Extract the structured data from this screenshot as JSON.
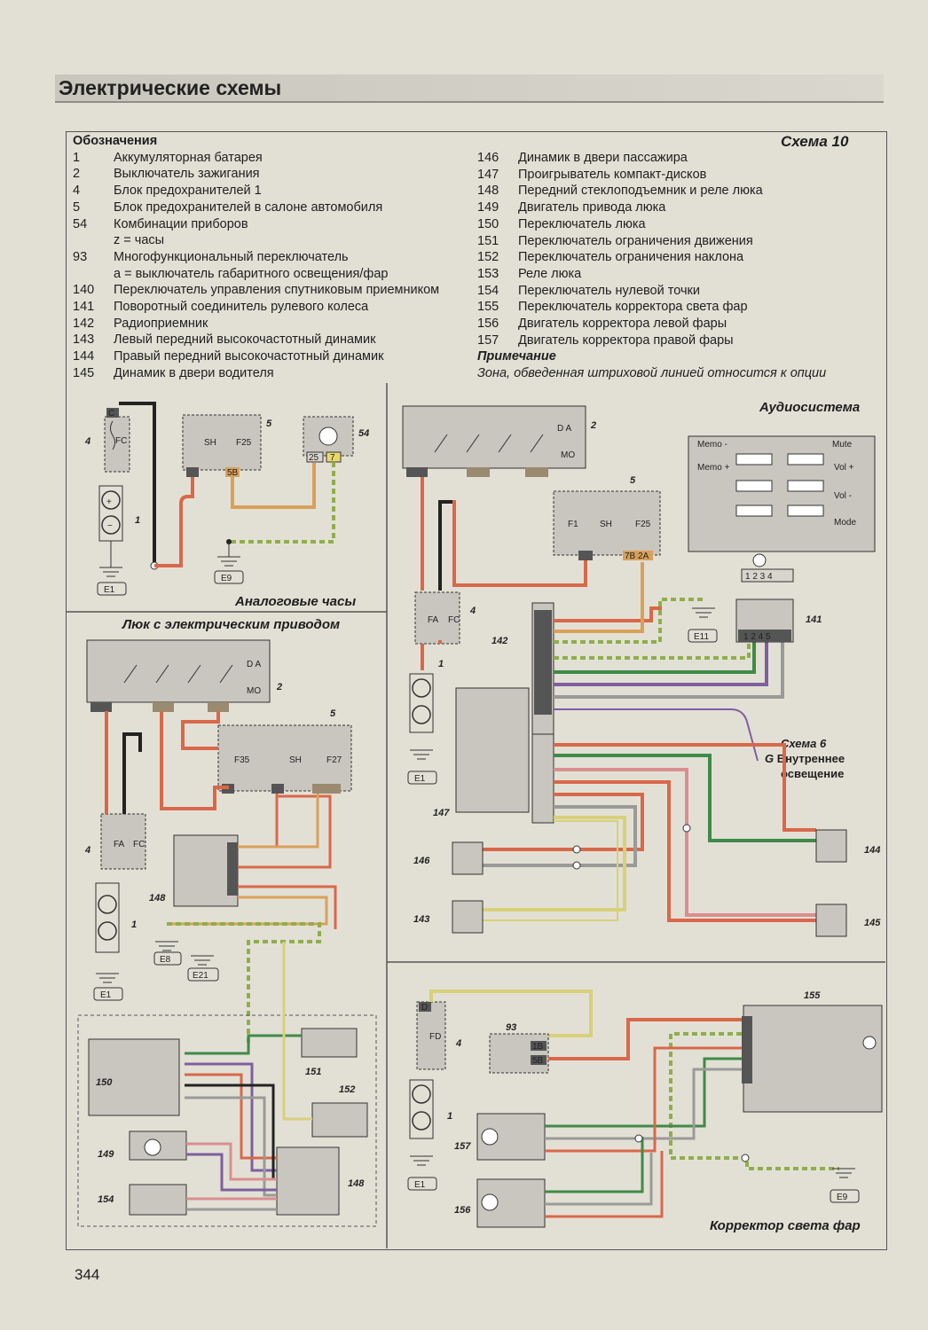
{
  "header": {
    "title": "Электрические схемы"
  },
  "schema_label": "Схема 10",
  "legend": {
    "title": "Обозначения",
    "items_left": [
      {
        "num": "1",
        "text": "Аккумуляторная батарея"
      },
      {
        "num": "2",
        "text": "Выключатель зажигания"
      },
      {
        "num": "4",
        "text": "Блок предохранителей 1"
      },
      {
        "num": "5",
        "text": "Блок предохранителей в салоне автомобиля"
      },
      {
        "num": "54",
        "text": "Комбинации приборов"
      },
      {
        "num": "",
        "text": "z = часы"
      },
      {
        "num": "93",
        "text": "Многофункциональный переключатель"
      },
      {
        "num": "",
        "text": "a = выключатель габаритного освещения/фар"
      },
      {
        "num": "140",
        "text": "Переключатель управления спутниковым приемником"
      },
      {
        "num": "141",
        "text": "Поворотный соединитель рулевого колеса"
      },
      {
        "num": "142",
        "text": "Радиоприемник"
      },
      {
        "num": "143",
        "text": "Левый передний высокочастотный динамик"
      },
      {
        "num": "144",
        "text": "Правый передний высокочастотный динамик"
      },
      {
        "num": "145",
        "text": "Динамик в двери водителя"
      }
    ],
    "items_right": [
      {
        "num": "146",
        "text": "Динамик в двери пассажира"
      },
      {
        "num": "147",
        "text": "Проигрыватель компакт-дисков"
      },
      {
        "num": "148",
        "text": "Передний стеклоподъемник и реле люка"
      },
      {
        "num": "149",
        "text": "Двигатель привода люка"
      },
      {
        "num": "150",
        "text": "Переключатель люка"
      },
      {
        "num": "151",
        "text": "Переключатель ограничения движения"
      },
      {
        "num": "152",
        "text": "Переключатель ограничения наклона"
      },
      {
        "num": "153",
        "text": "Реле люка"
      },
      {
        "num": "154",
        "text": "Переключатель нулевой точки"
      },
      {
        "num": "155",
        "text": "Переключатель корректора света фар"
      },
      {
        "num": "156",
        "text": "Двигатель корректора левой фары"
      },
      {
        "num": "157",
        "text": "Двигатель корректора правой фары"
      }
    ],
    "note_title": "Примечание",
    "note_text": "Зона, обведенная штриховой линией относится к опции"
  },
  "panels": {
    "clock": "Аналоговые часы",
    "sunroof": "Люк с электрическим приводом",
    "audio": "Аудиосистема",
    "headlight": "Корректор света фар"
  },
  "external_ref": {
    "schema": "Схема 6",
    "letter": "G",
    "name_line1": "Внутреннее",
    "name_line2": "освещение"
  },
  "audio_controls": [
    "Memo -",
    "Memo +",
    "Mute",
    "Vol +",
    "Vol -",
    "Mode"
  ],
  "grounds": [
    "E1",
    "E9",
    "E8",
    "E21",
    "E11"
  ],
  "wire_colors": {
    "red": "#d9684a",
    "black": "#222222",
    "orange": "#d9a05a",
    "green_yellow": "#8fae4a",
    "green": "#3f8a48",
    "purple": "#7f5fa0",
    "grey": "#9a9a98",
    "yellow": "#d8d07a",
    "pink": "#d98e90",
    "blue": "#6070b8"
  },
  "page_number": "344"
}
